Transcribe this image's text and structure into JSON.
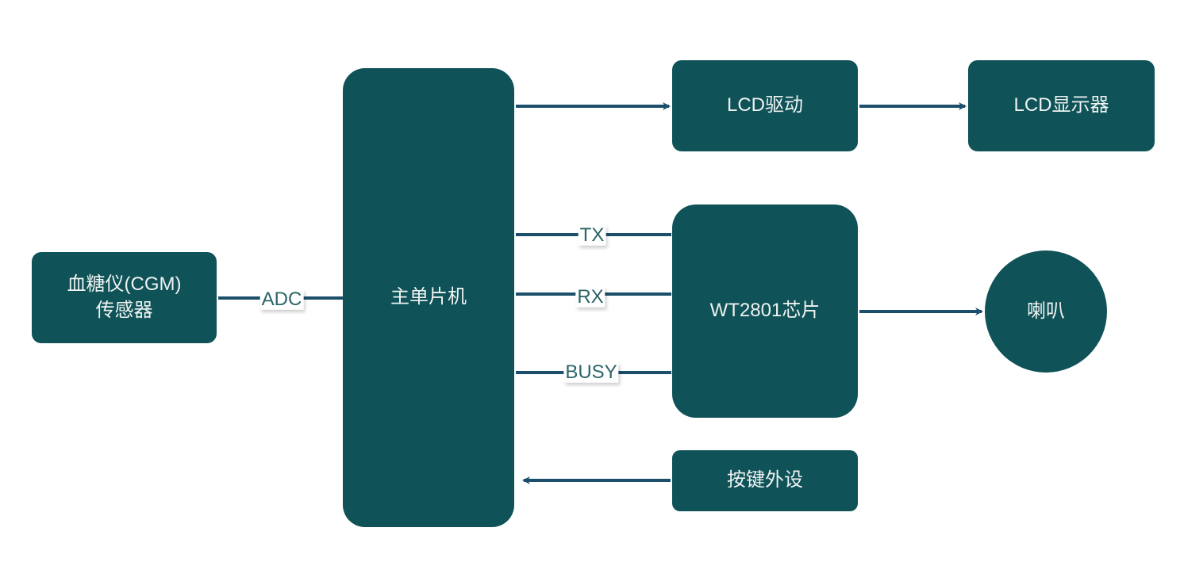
{
  "nodes": {
    "sensor": "血糖仪(CGM)\n传感器",
    "mcu": "主单片机",
    "lcd_driver": "LCD驱动",
    "lcd_display": "LCD显示器",
    "wt2801": "WT2801芯片",
    "speaker": "喇叭",
    "keys": "按键外设"
  },
  "edge_labels": {
    "adc": "ADC",
    "tx": "TX",
    "rx": "RX",
    "busy": "BUSY"
  },
  "colors": {
    "node_fill": "#0f5257",
    "line": "#1b4f6b"
  },
  "icons": {
    "arrow": "arrow-right-icon"
  }
}
